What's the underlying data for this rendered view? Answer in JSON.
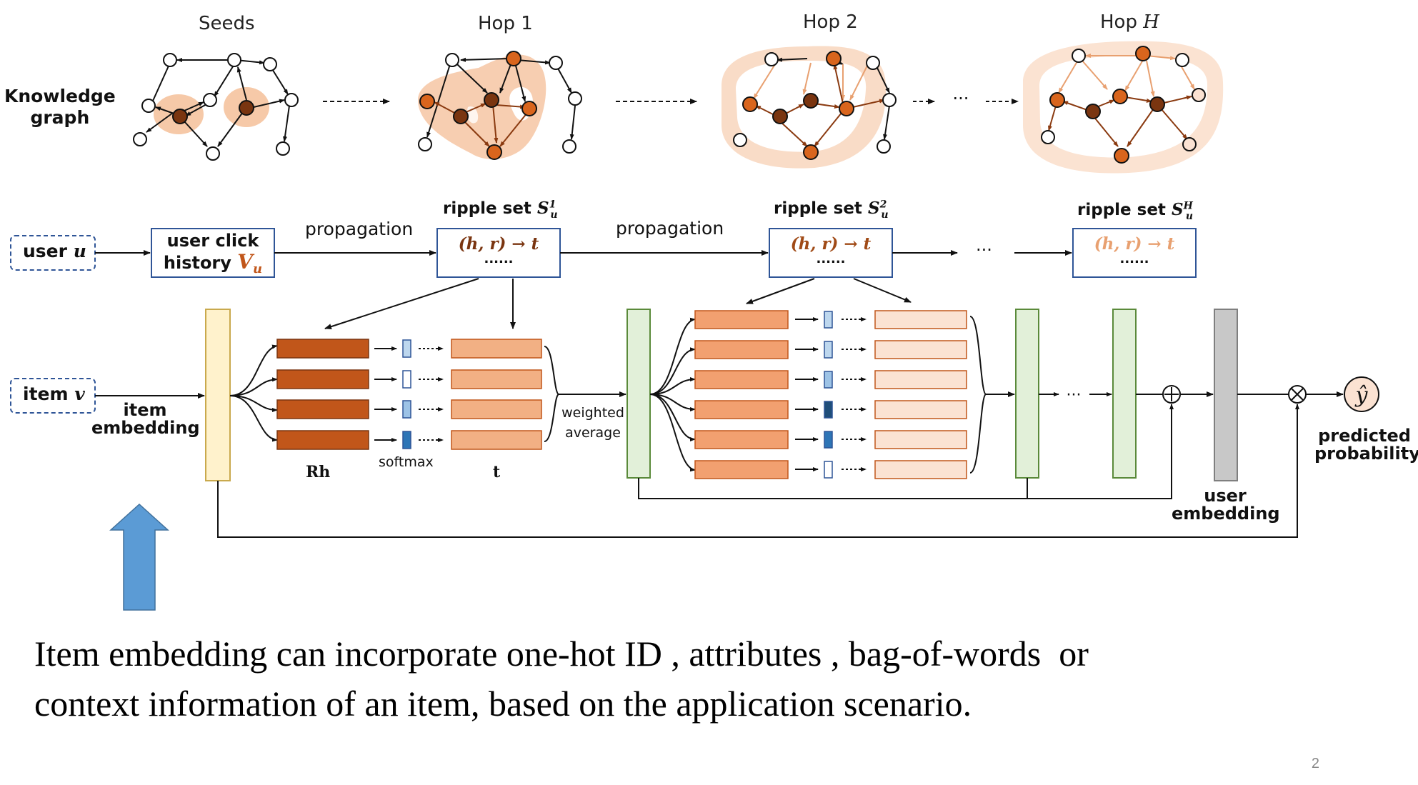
{
  "graph": {
    "row_label": "Knowledge graph",
    "row_label_line1": "Knowledge",
    "row_label_line2": "graph",
    "stages": [
      "Seeds",
      "Hop 1",
      "Hop 2",
      "Hop H"
    ],
    "hop_h_prefix": "Hop",
    "hop_h_var": "H",
    "ellipsis": "···"
  },
  "user_row": {
    "user_label": "user",
    "user_var": "u",
    "click_history_line1": "user click",
    "click_history_line2": "history",
    "click_history_var": "V",
    "click_history_sub": "u",
    "propagation_1": "propagation",
    "propagation_2": "propagation",
    "ellipsis": "···",
    "ripple_sets": [
      {
        "title": "ripple set",
        "sym": "S",
        "sup": "1",
        "sub": "u",
        "triple": "(h, r) → t",
        "dots": "......"
      },
      {
        "title": "ripple set",
        "sym": "S",
        "sup": "2",
        "sub": "u",
        "triple": "(h, r) → t",
        "dots": "......"
      },
      {
        "title": "ripple set",
        "sym": "S",
        "sup": "H",
        "sub": "u",
        "triple": "(h, r) → t",
        "dots": "......"
      }
    ]
  },
  "item_row": {
    "item_label": "item",
    "item_var": "v",
    "item_embedding_line1": "item",
    "item_embedding_line2": "embedding",
    "rh_label": "Rh",
    "softmax_label": "softmax",
    "t_label": "t",
    "weighted_line1": "weighted",
    "weighted_line2": "average",
    "ellipsis": "···",
    "user_embedding_line1": "user",
    "user_embedding_line2": "embedding",
    "predicted_line1": "predicted",
    "predicted_line2": "probability",
    "y_hat": "ŷ"
  },
  "caption": {
    "line1": "Item embedding can incorporate one-hot ID , attributes , bag-of-words  or",
    "line2": "context information of an item, based on the application scenario."
  },
  "page_number": "2",
  "colors": {
    "dark_orange": "#c1561a",
    "mid_orange": "#f2b084",
    "light_orange": "#fbe2d2",
    "node_orange": "#d9651d",
    "node_brown": "#7a3510",
    "halo": "#f6cfb3",
    "box_border": "#2f5597",
    "item_emb_fill": "#fff2cc",
    "item_emb_border": "#d6b656",
    "green_fill": "#e2f0d9",
    "green_border": "#5a8a3a",
    "gray_fill": "#c8c8c8",
    "arrow_blue": "#5b9bd5"
  }
}
